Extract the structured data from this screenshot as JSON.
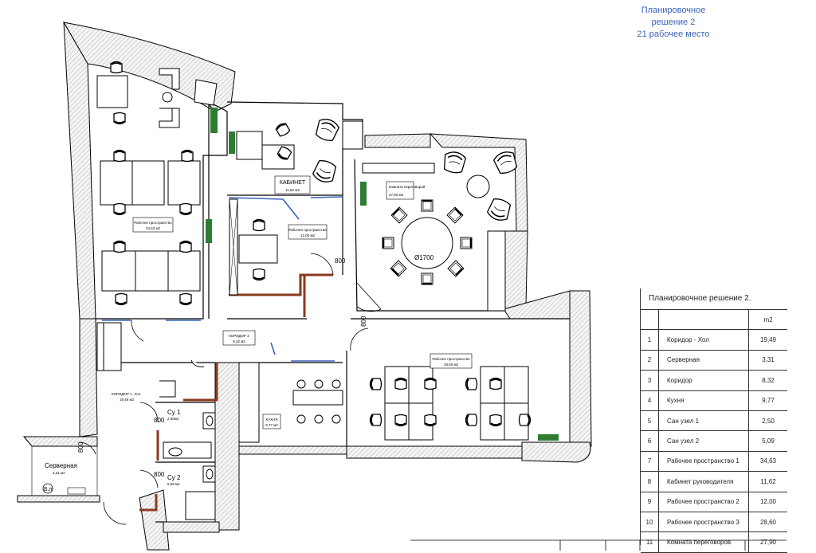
{
  "title": {
    "line1": "Планировочное",
    "line2": "решение 2",
    "line3": "21 рабочее место"
  },
  "table": {
    "header": "Планировочное решение 2.",
    "unit": "m2",
    "rows": [
      {
        "num": "1",
        "name": "Коридор - Хол",
        "area": "19,49"
      },
      {
        "num": "2",
        "name": "Серверная",
        "area": "3,31"
      },
      {
        "num": "3",
        "name": "Коридор",
        "area": "8,32"
      },
      {
        "num": "4",
        "name": "Кухня",
        "area": "9,77"
      },
      {
        "num": "5",
        "name": "Сан узел  1",
        "area": "2,50"
      },
      {
        "num": "6",
        "name": "Сан узел  2",
        "area": "5,09"
      },
      {
        "num": "7",
        "name": "Рабочее пространство 1",
        "area": "34,63"
      },
      {
        "num": "8",
        "name": "Кабинет руководителя",
        "area": "11,62"
      },
      {
        "num": "9",
        "name": "Рабочее пространство 2",
        "area": "12,00"
      },
      {
        "num": "10",
        "name": "Рабочее пространство 3",
        "area": "28,60"
      },
      {
        "num": "11",
        "name": "Комната переговоров",
        "area": "27,90"
      }
    ]
  },
  "plan": {
    "rooms": {
      "ws1": {
        "name": "Рабочее пространство",
        "area": "34,63 м2"
      },
      "cabinet": {
        "name": "КАБИНЕТ",
        "area": "11,62 м2"
      },
      "ws2": {
        "name": "Рабочее пространство",
        "area": "12,00 м2"
      },
      "meeting": {
        "name": "Комната переговорой",
        "area": "27,90 м2"
      },
      "corridor2": {
        "name": "КОРИДОР 2",
        "area": "8,32 м2"
      },
      "corridor1": {
        "name": "КОРИДОР 1- Хол",
        "area": "19,49 м2"
      },
      "ws3": {
        "name": "Рабочее пространство",
        "area": "28,60 м2"
      },
      "kitchen": {
        "name": "КУХНЯ",
        "area": "9,77 м2"
      },
      "wc1": {
        "name": "Су 1",
        "area": "2,50м2"
      },
      "wc2": {
        "name": "Су 2",
        "area": "5,09 м2"
      },
      "server": {
        "name": "Серверная",
        "area": "3,31 м2"
      }
    },
    "labels": {
      "table_diameter": "Ø1700",
      "door1": "800",
      "door2": "800",
      "door3": "800",
      "door4": "800",
      "door5": "800",
      "boiler": "Б.л"
    },
    "colors": {
      "wall": "#000000",
      "plant": "#2e7d32",
      "partition": "#8b3a1e",
      "glass": "#3a63b8",
      "title": "#3a63b8"
    }
  }
}
